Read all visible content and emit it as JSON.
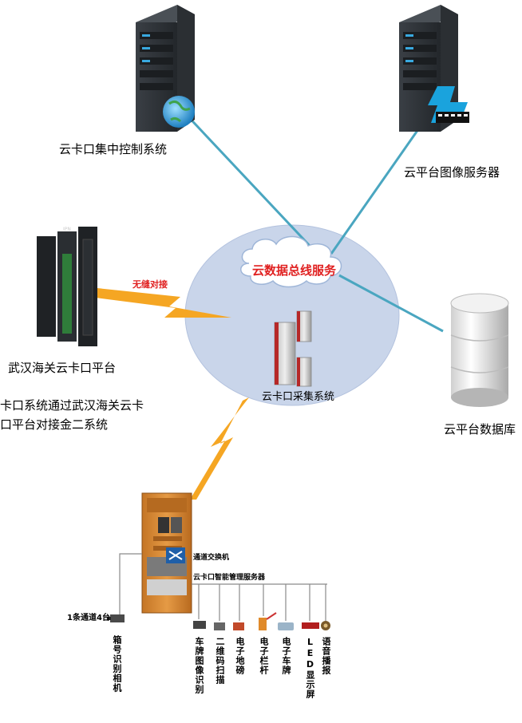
{
  "nodes": {
    "control_system": "云卡口集中控制系统",
    "image_server": "云平台图像服务器",
    "wuhan_platform": "武汉海关云卡口平台",
    "note_line1": "卡口系统通过武汉海关云卡",
    "note_line2": "口平台对接金二系统",
    "database": "云平台数据库",
    "bus_service": "云数据总线服务",
    "seamless": "无缝对接",
    "collection": "云卡口采集系统",
    "switch": "通道交换机",
    "mgmt_server": "云卡口智能管理服务器",
    "channel_count": "1条通道4台",
    "ipn_label": "IPN"
  },
  "devices": [
    "箱号识别相机",
    "车牌图像识别",
    "二维码扫描",
    "电子地磅",
    "电子栏杆",
    "电子车牌",
    "LED显示屏",
    "语音播报"
  ],
  "colors": {
    "link_line": "#4aa6c0",
    "cloud_fill": "#c9d5ea",
    "lightning": "#f5a623",
    "cabinet": "#d98a35",
    "bus_text": "#e02020",
    "seamless_text": "#e02020"
  }
}
